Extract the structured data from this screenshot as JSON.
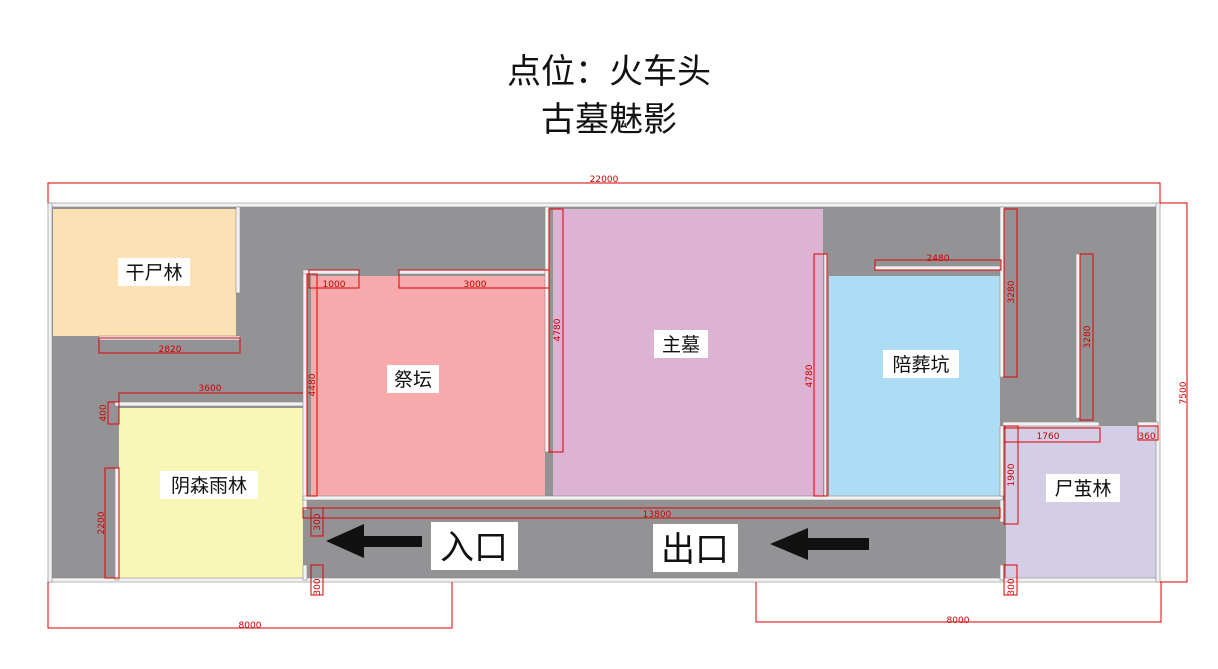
{
  "title": {
    "line1": "点位：火车头",
    "line2": "古墓魅影"
  },
  "colors": {
    "floor": "#939396",
    "room_ganshilin": "#fbe1b3",
    "room_jitan": "#f6aaab",
    "room_zhumu": "#dcb3d3",
    "room_peizangkeng": "#addcf5",
    "room_shijianlin": "#d3cee6",
    "room_yinsenyulin": "#f9f7b8",
    "dimension": "#e00000"
  },
  "rooms": {
    "ganshilin": "干尸林",
    "jitan": "祭坛",
    "zhumu": "主墓",
    "peizangkeng": "陪葬坑",
    "shijianlin": "尸茧林",
    "yinsenyulin": "阴森雨林"
  },
  "markers": {
    "entrance": "入口",
    "exit": "出口"
  },
  "dimensions": {
    "total_width": "22000",
    "total_height": "7500",
    "d1000": "1000",
    "d3000": "3000",
    "d2480": "2480",
    "d2820": "2820",
    "d3600": "3600",
    "d400": "400",
    "d4480": "4480",
    "d4780_left": "4780",
    "d4780_right": "4780",
    "d3280_a": "3280",
    "d3280_b": "3280",
    "d1760": "1760",
    "d360": "360",
    "d1900": "1900",
    "d2200": "2200",
    "d13800": "13800",
    "d300_a": "300",
    "d300_b": "300",
    "d300_c": "300",
    "d8000_left": "8000",
    "d8000_right": "8000"
  },
  "icons": {
    "entrance_arrow": "left-arrow-icon",
    "exit_arrow": "left-arrow-icon"
  }
}
